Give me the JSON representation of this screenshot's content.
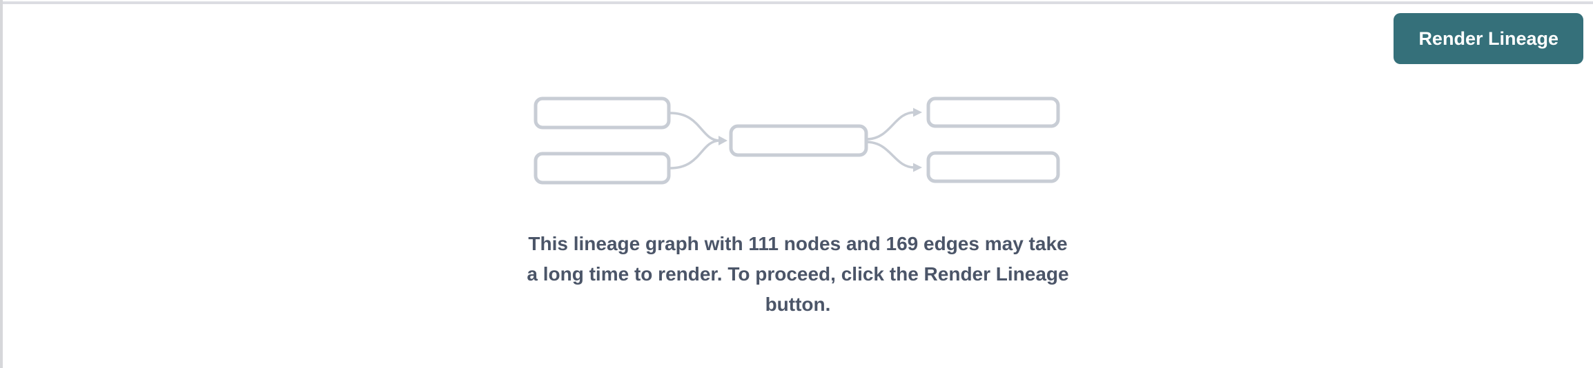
{
  "panel": {
    "background": "#ffffff",
    "top_border_color": "#dcdde2",
    "left_border_color": "#d6d7da"
  },
  "toolbar": {
    "render_lineage_button": {
      "label": "Render Lineage",
      "background": "#35707a",
      "text_color": "#ffffff"
    }
  },
  "illustration": {
    "name": "lineage-graph-placeholder",
    "node_box_count": 5,
    "edge_count": 4,
    "box_fill": "#ffffff",
    "box_border_color": "#c8cdd5",
    "edge_color": "#c8cdd5"
  },
  "message": {
    "full_text": "This lineage graph with 111 nodes and 169 edges may take a long time to render. To proceed, click the Render Lineage button.",
    "lines": [
      "This lineage graph with 111 nodes and 169 edges may take",
      "a long time to render. To proceed, click the Render Lineage",
      "button."
    ],
    "node_count": "111",
    "edge_count": "169",
    "text_color": "#4b5568"
  }
}
